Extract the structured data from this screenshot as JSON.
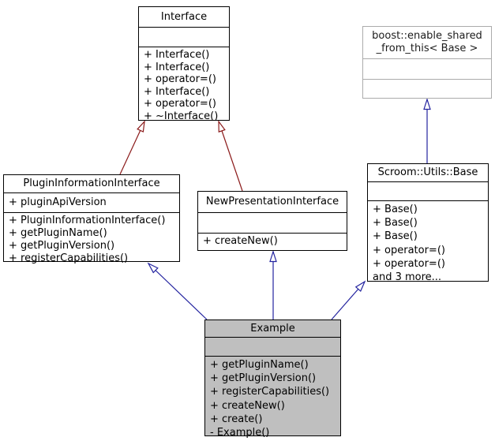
{
  "colors": {
    "public_inheritance_arrow": "#23239f",
    "private_inheritance_arrow": "#8b1a1a",
    "node_border": "#000000",
    "external_node_border": "#ababab",
    "selected_node_fill": "#bfbfbf"
  },
  "classes": [
    {
      "id": "interface",
      "title_lines": [
        "Interface"
      ],
      "attributes": [],
      "methods": [
        "+ Interface()",
        "+ Interface()",
        "+ operator=()",
        "+ Interface()",
        "+ operator=()",
        "+ ~Interface()"
      ]
    },
    {
      "id": "boost-enable-shared-from-this",
      "title_lines": [
        "boost::enable_shared",
        "_from_this< Base >"
      ],
      "attributes": [],
      "methods": []
    },
    {
      "id": "plugin-information-interface",
      "title_lines": [
        "PluginInformationInterface"
      ],
      "attributes": [
        "+ pluginApiVersion"
      ],
      "methods": [
        "+ PluginInformationInterface()",
        "+ getPluginName()",
        "+ getPluginVersion()",
        "+ registerCapabilities()"
      ]
    },
    {
      "id": "new-presentation-interface",
      "title_lines": [
        "NewPresentationInterface"
      ],
      "attributes": [],
      "methods": [
        "+ createNew()"
      ]
    },
    {
      "id": "scroom-utils-base",
      "title_lines": [
        "Scroom::Utils::Base"
      ],
      "attributes": [],
      "methods": [
        "+ Base()",
        "+ Base()",
        "+ Base()",
        "+ operator=()",
        "+ operator=()",
        "and 3 more..."
      ]
    },
    {
      "id": "example",
      "title_lines": [
        "Example"
      ],
      "attributes": [],
      "methods": [
        "+ getPluginName()",
        "+ getPluginVersion()",
        "+ registerCapabilities()",
        "+ createNew()",
        "+ create()",
        "- Example()"
      ]
    }
  ],
  "relationships": [
    {
      "from": "PluginInformationInterface",
      "to": "Interface",
      "type": "private-inheritance"
    },
    {
      "from": "NewPresentationInterface",
      "to": "Interface",
      "type": "private-inheritance"
    },
    {
      "from": "Scroom::Utils::Base",
      "to": "boost::enable_shared_from_this< Base >",
      "type": "public-inheritance"
    },
    {
      "from": "Example",
      "to": "PluginInformationInterface",
      "type": "public-inheritance"
    },
    {
      "from": "Example",
      "to": "NewPresentationInterface",
      "type": "public-inheritance"
    },
    {
      "from": "Example",
      "to": "Scroom::Utils::Base",
      "type": "public-inheritance"
    }
  ]
}
